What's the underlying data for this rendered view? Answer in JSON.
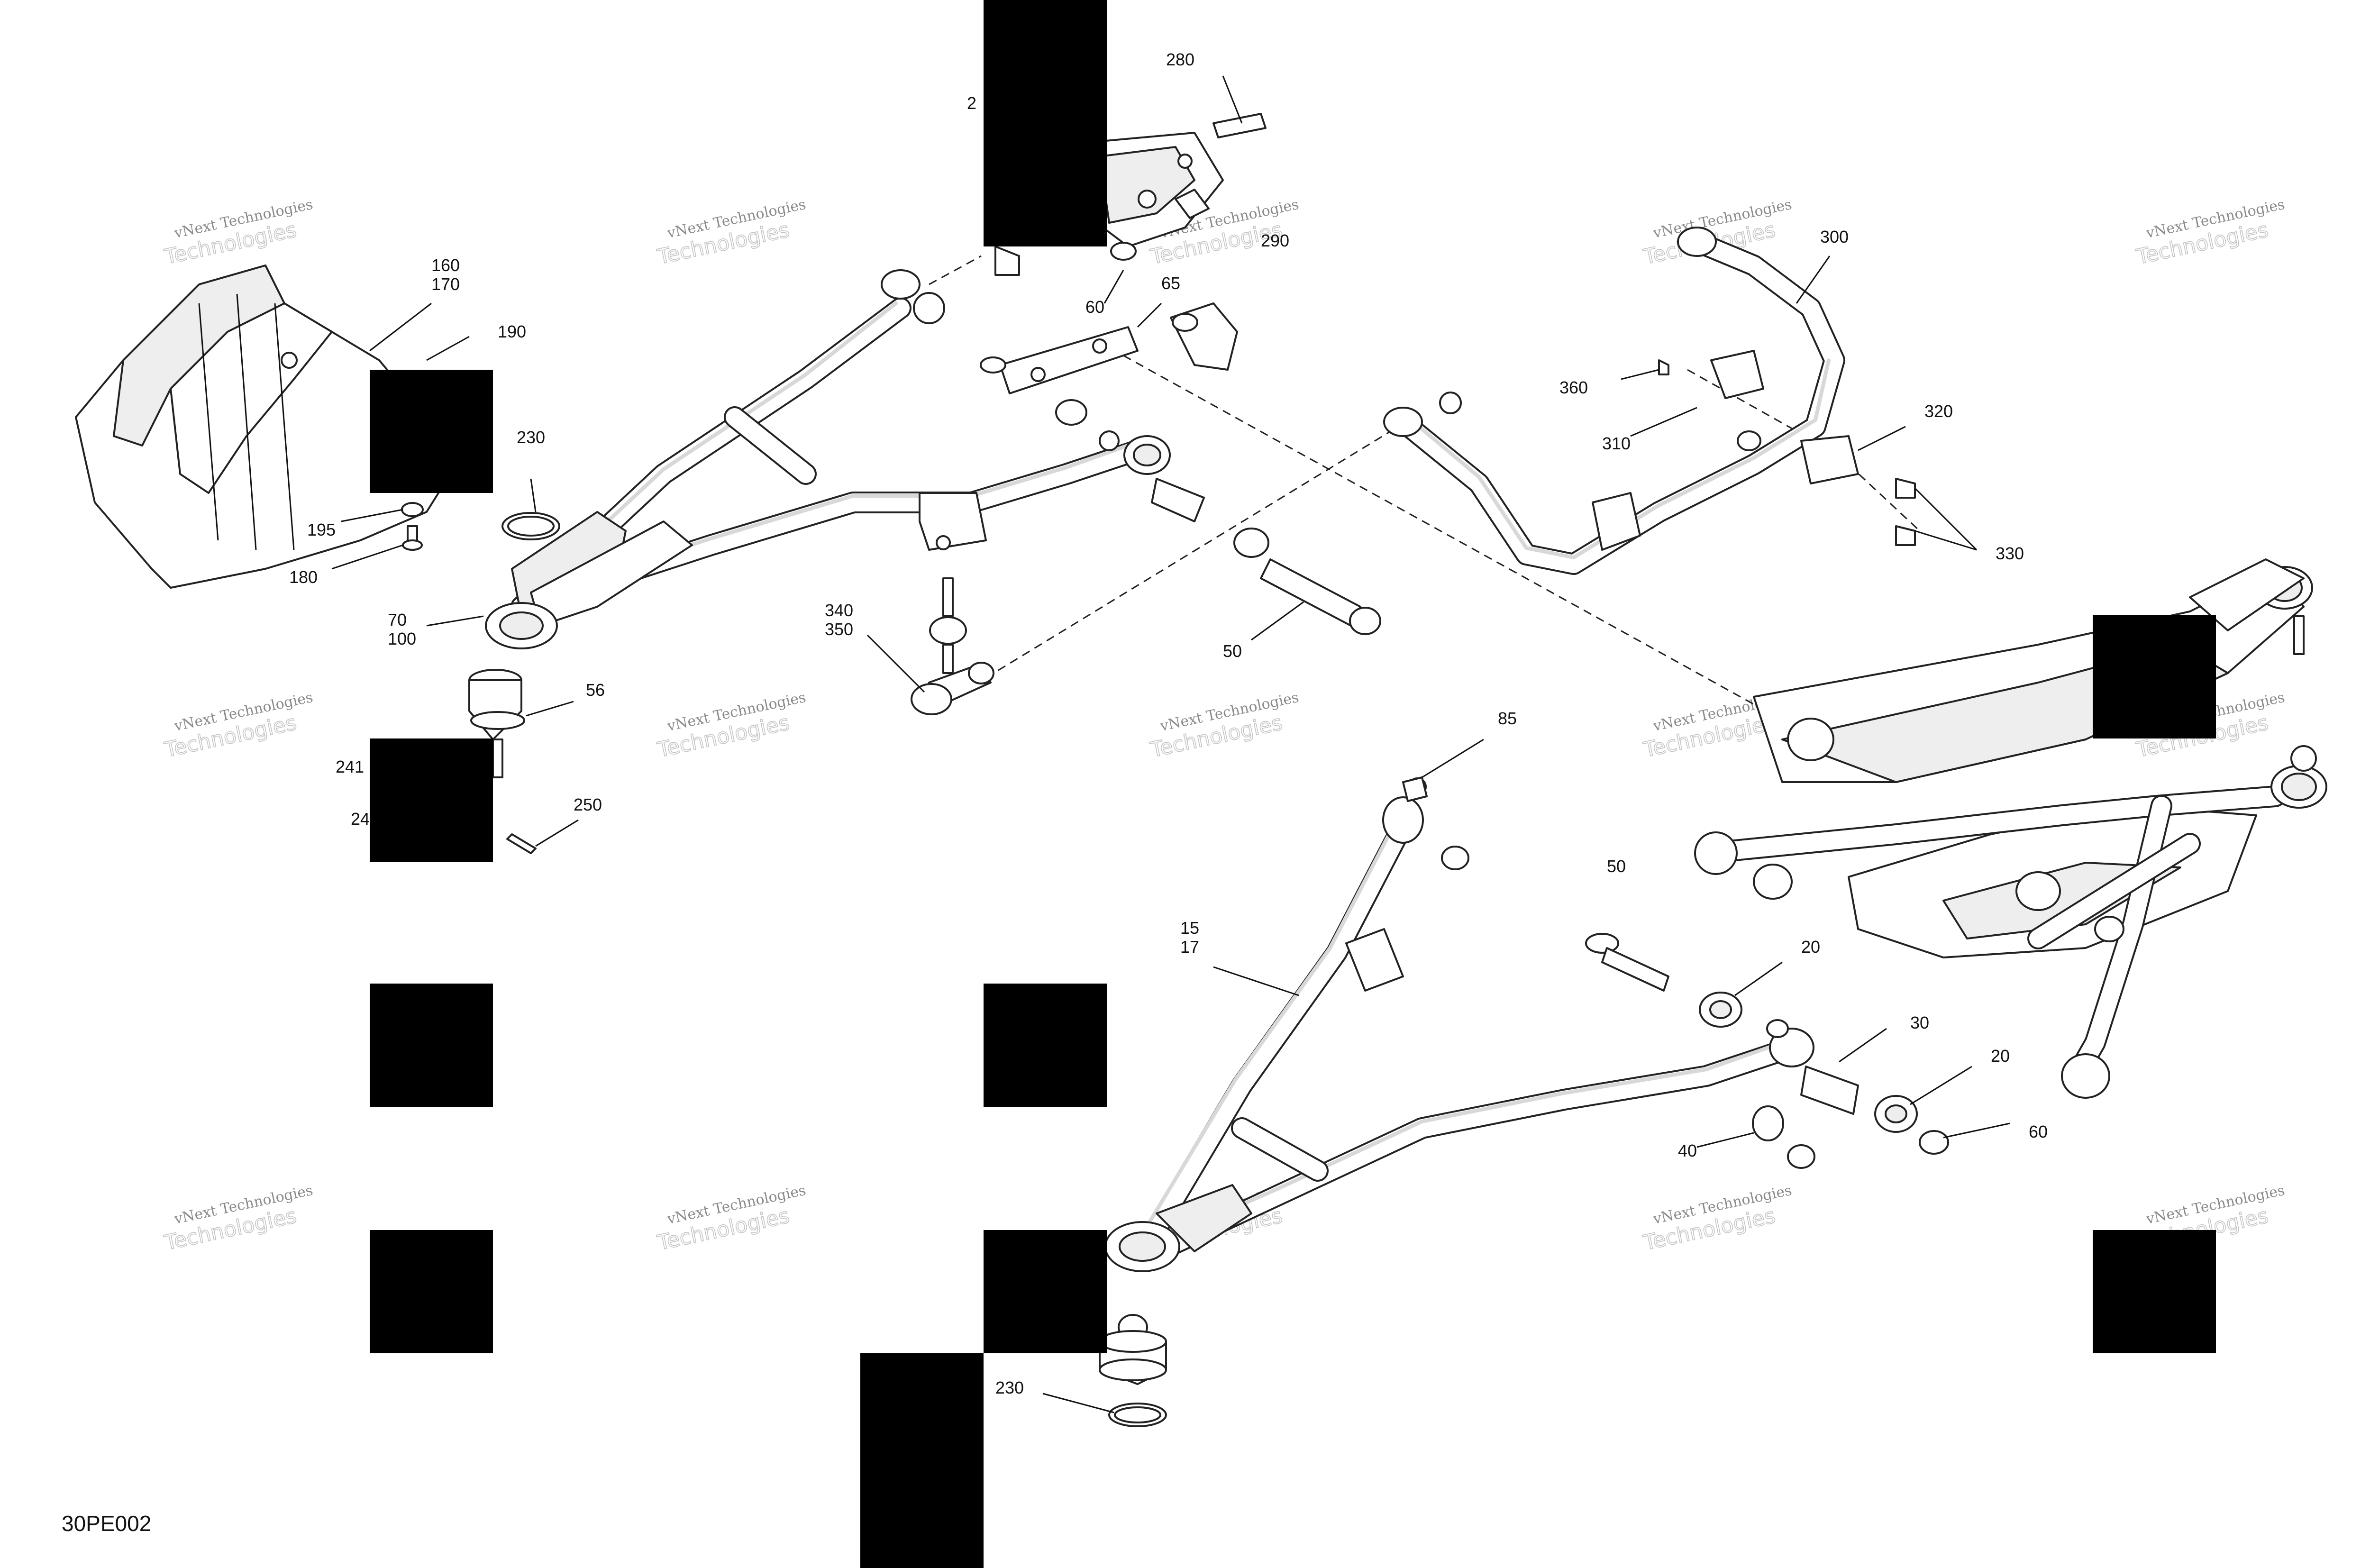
{
  "drawing_id": "30PE002",
  "watermark": {
    "line1": "vNext Technologies",
    "line2": "Technologies"
  },
  "callouts": [
    {
      "id": "c-280",
      "lines": [
        "280"
      ]
    },
    {
      "id": "c-2x",
      "lines": [
        "2"
      ]
    },
    {
      "id": "c-290",
      "lines": [
        "290"
      ]
    },
    {
      "id": "c-160-170",
      "lines": [
        "160",
        "170"
      ]
    },
    {
      "id": "c-190",
      "lines": [
        "190"
      ]
    },
    {
      "id": "c-230-top",
      "lines": [
        "230"
      ]
    },
    {
      "id": "c-195",
      "lines": [
        "195"
      ]
    },
    {
      "id": "c-180",
      "lines": [
        "180"
      ]
    },
    {
      "id": "c-70-100",
      "lines": [
        "70",
        "100"
      ]
    },
    {
      "id": "c-56",
      "lines": [
        "56"
      ]
    },
    {
      "id": "c-241",
      "lines": [
        "241"
      ]
    },
    {
      "id": "c-24",
      "lines": [
        "24"
      ]
    },
    {
      "id": "c-250",
      "lines": [
        "250"
      ]
    },
    {
      "id": "c-60-top",
      "lines": [
        "60"
      ]
    },
    {
      "id": "c-65",
      "lines": [
        "65"
      ]
    },
    {
      "id": "c-340-350",
      "lines": [
        "340",
        "350"
      ]
    },
    {
      "id": "c-50-top",
      "lines": [
        "50"
      ]
    },
    {
      "id": "c-300",
      "lines": [
        "300"
      ]
    },
    {
      "id": "c-360",
      "lines": [
        "360"
      ]
    },
    {
      "id": "c-310",
      "lines": [
        "310"
      ]
    },
    {
      "id": "c-320",
      "lines": [
        "320"
      ]
    },
    {
      "id": "c-330",
      "lines": [
        "330"
      ]
    },
    {
      "id": "c-85",
      "lines": [
        "85"
      ]
    },
    {
      "id": "c-15-17",
      "lines": [
        "15",
        "17"
      ]
    },
    {
      "id": "c-50-bottom",
      "lines": [
        "50"
      ]
    },
    {
      "id": "c-20-upper",
      "lines": [
        "20"
      ]
    },
    {
      "id": "c-30",
      "lines": [
        "30"
      ]
    },
    {
      "id": "c-20-lower",
      "lines": [
        "20"
      ]
    },
    {
      "id": "c-60-bottom",
      "lines": [
        "60"
      ]
    },
    {
      "id": "c-40",
      "lines": [
        "40"
      ]
    },
    {
      "id": "c-230-bottom",
      "lines": [
        "230"
      ]
    }
  ]
}
